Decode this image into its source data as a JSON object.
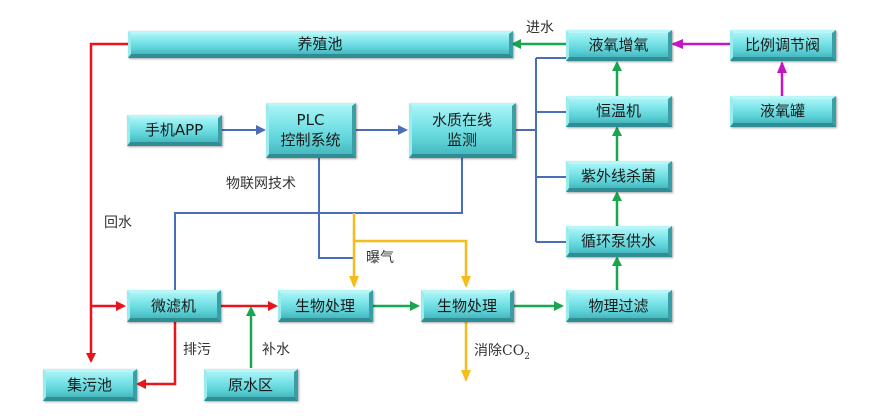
{
  "title": "水产养殖循环水系统流程图",
  "nodes": {
    "culture_pond": "养殖池",
    "liquid_oxygen_boost": "液氧增氧",
    "proportional_valve": "比例调节阀",
    "mobile_app": "手机APP",
    "plc_line1": "PLC",
    "plc_line2": "控制系统",
    "water_quality_line1": "水质在线",
    "water_quality_line2": "监测",
    "thermostat": "恒温机",
    "liquid_oxygen_tank": "液氧罐",
    "uv_sterilizer": "紫外线杀菌",
    "circulation_pump": "循环泵供水",
    "microfilter": "微滤机",
    "bio_treatment_1": "生物处理",
    "bio_treatment_2": "生物处理",
    "physical_filter": "物理过滤",
    "sewage_pond": "集污池",
    "raw_water_area": "原水区"
  },
  "labels": {
    "water_inlet": "进水",
    "iot_tech": "物联网技术",
    "return_water": "回水",
    "aeration": "曝气",
    "sewage_discharge": "排污",
    "make_up_water": "补水",
    "remove_co2_prefix": "消除CO",
    "remove_co2_sub": "2"
  },
  "colors": {
    "return_flow": "#e8141c",
    "process_flow": "#1aa550",
    "control_signal": "#4a6fb8",
    "aeration": "#f5bd1c",
    "oxygen_supply": "#c416c4"
  }
}
